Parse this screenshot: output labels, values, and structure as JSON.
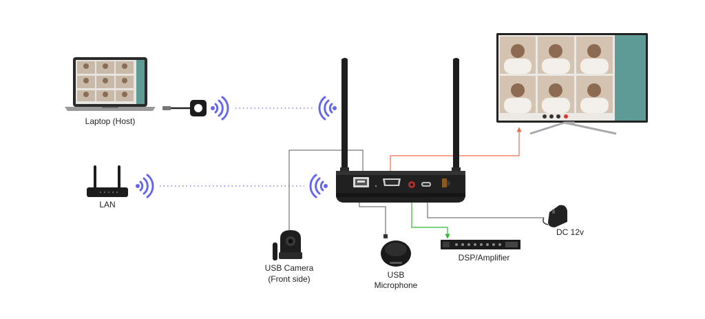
{
  "labels": {
    "laptop": "Laptop (Host)",
    "lan": "LAN",
    "camera_line1": "USB Camera",
    "camera_line2": "(Front side)",
    "mic_line1": "USB",
    "mic_line2": "Microphone",
    "dsp": "DSP/Amplifier",
    "dc": "DC 12v"
  },
  "colors": {
    "wifi_signal": "#6366f1",
    "hdmi_line": "#ef6a4a",
    "audio_line": "#2eb82e",
    "cable_line": "#555555",
    "device_body": "#1f1f1f",
    "screen_teal": "#5e9a96"
  }
}
